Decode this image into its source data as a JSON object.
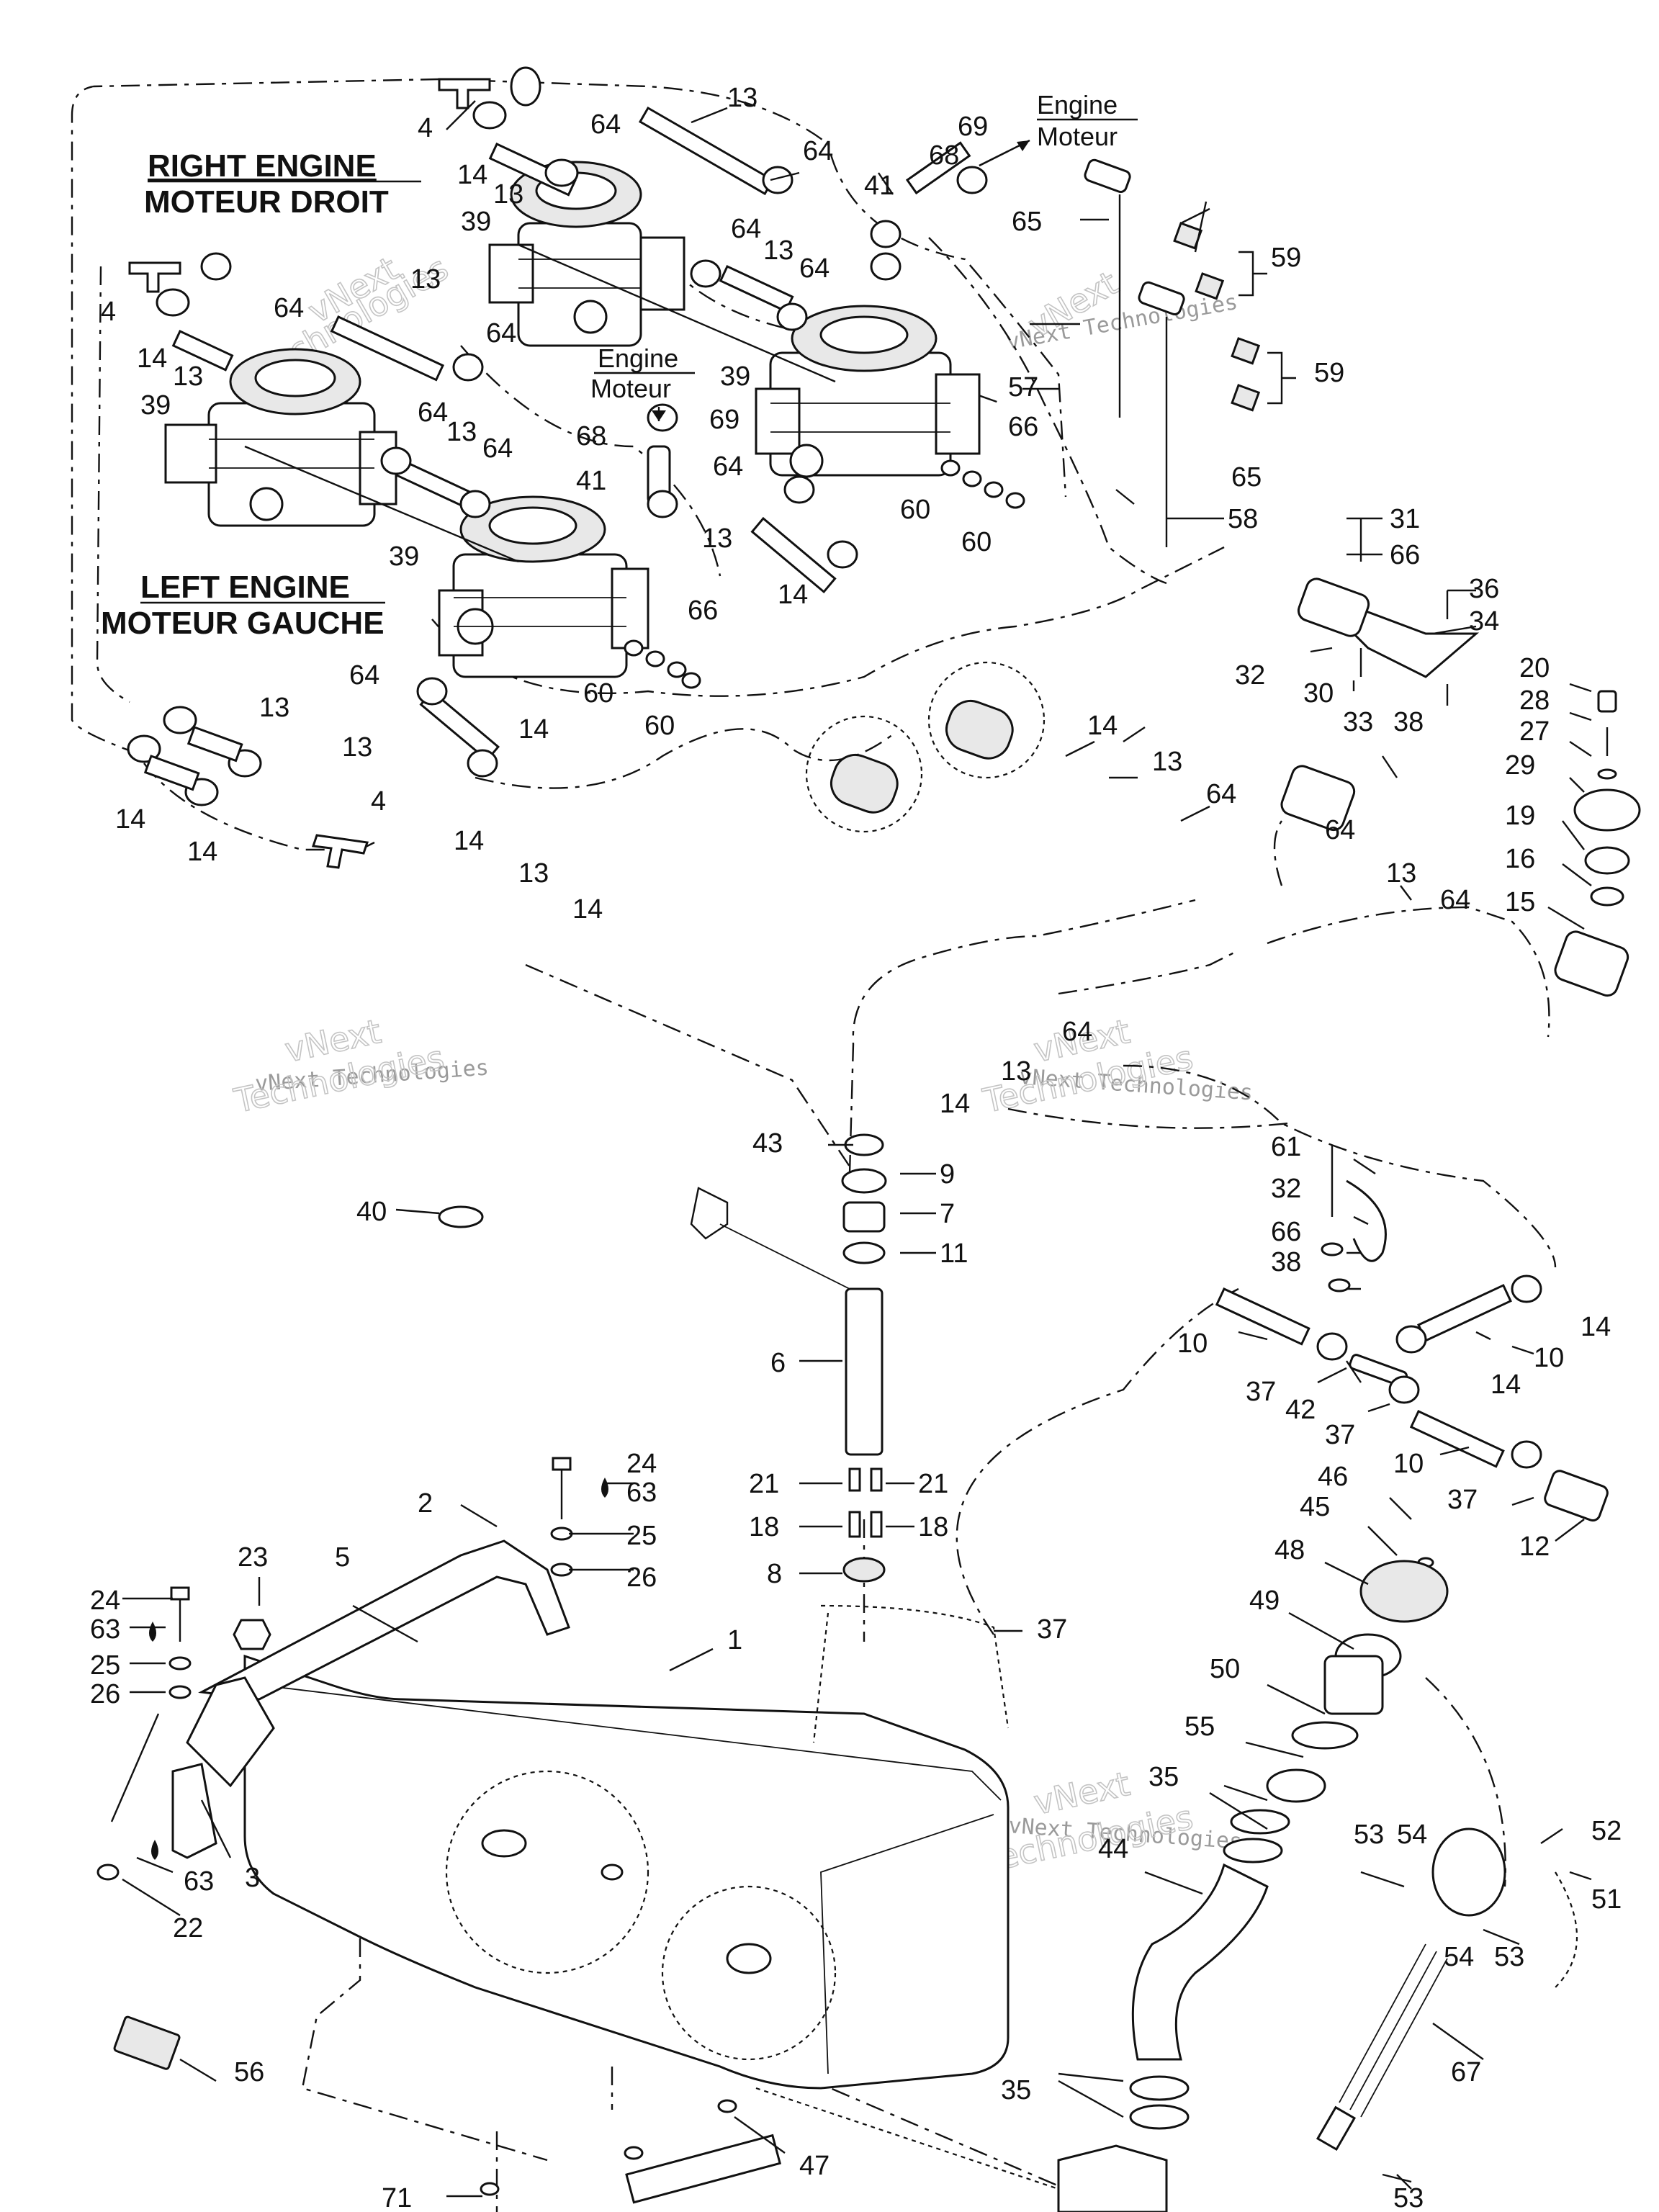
{
  "headings": {
    "right_engine": "RIGHT  ENGINE",
    "right_engine_fr": "MOTEUR DROIT",
    "left_engine": "LEFT  ENGINE",
    "left_engine_fr": "MOTEUR GAUCHE"
  },
  "engine_tags": {
    "top": {
      "en": "Engine",
      "fr": "Moteur"
    },
    "middle": {
      "en": "Engine",
      "fr": "Moteur"
    }
  },
  "watermark": {
    "line1": "vNext Technologies",
    "line2": "vNext",
    "line3": "Technologies"
  },
  "callouts": {
    "c4a": "4",
    "c14a": "14",
    "c13a": "13",
    "c64a": "64",
    "c64b": "64",
    "c13b": "13",
    "c41a": "41",
    "c68a": "68",
    "c69a": "69",
    "c65a": "65",
    "c59a": "59",
    "c39a": "39",
    "c64c": "64",
    "c13c": "13",
    "c64d": "64",
    "c4b": "4",
    "c13d": "13",
    "c64e": "64",
    "c14b": "14",
    "c64f": "64",
    "c13e": "13",
    "c39b": "39",
    "c64g": "64",
    "c13f": "13",
    "c64h": "64",
    "c59b": "59",
    "c57a": "57",
    "c39c": "39",
    "c69b": "69",
    "c68b": "68",
    "c66a": "66",
    "c64i": "64",
    "c41b": "41",
    "c60a": "60",
    "c65b": "65",
    "c13g": "13",
    "c60b": "60",
    "c58a": "58",
    "c14c": "14",
    "c39d": "39",
    "c31a": "31",
    "c66b": "66",
    "c36a": "36",
    "c34a": "34",
    "c66c": "66",
    "c64j": "64",
    "c60c": "60",
    "c60d": "60",
    "c32a": "32",
    "c30a": "30",
    "c33a": "33",
    "c38a": "38",
    "c20a": "20",
    "c28a": "28",
    "c27a": "27",
    "c13h": "13",
    "c14d": "14",
    "c13i": "13",
    "c14e": "14",
    "c29a": "29",
    "c13j": "13",
    "c14f": "14",
    "c14g": "14",
    "c4c": "4",
    "c64k": "64",
    "c19a": "19",
    "c14h": "14",
    "c13k": "13",
    "c64l": "64",
    "c16a": "16",
    "c13l": "13",
    "c14i": "14",
    "c64m": "64",
    "c15a": "15",
    "c14j": "14",
    "c13m": "13",
    "c64n": "64",
    "c43a": "43",
    "c9a": "9",
    "c40a": "40",
    "c7a": "7",
    "c11a": "11",
    "c61a": "61",
    "c32b": "32",
    "c66d": "66",
    "c38b": "38",
    "c14k": "14",
    "c10a": "10",
    "c6a": "6",
    "c10b": "10",
    "c37a": "37",
    "c42a": "42",
    "c14l": "14",
    "c37b": "37",
    "c10c": "10",
    "c37c": "37",
    "c12a": "12",
    "c24a": "24",
    "c63a": "63",
    "c2a": "2",
    "c25a": "25",
    "c21a": "21",
    "c21b": "21",
    "c46a": "46",
    "c45a": "45",
    "c23a": "23",
    "c5a": "5",
    "c26a": "26",
    "c18a": "18",
    "c18b": "18",
    "c48a": "48",
    "c24b": "24",
    "c8a": "8",
    "c63b": "63",
    "c37d": "37",
    "c49a": "49",
    "c1a": "1",
    "c25b": "25",
    "c26b": "26",
    "c50a": "50",
    "c55a": "55",
    "c35a": "35",
    "c52a": "52",
    "c53a": "53",
    "c54a": "54",
    "c44a": "44",
    "c3a": "3",
    "c63c": "63",
    "c51a": "51",
    "c22a": "22",
    "c54b": "54",
    "c53b": "53",
    "c56a": "56",
    "c67a": "67",
    "c35b": "35",
    "c47a": "47",
    "c53c": "53",
    "c71a": "71"
  }
}
